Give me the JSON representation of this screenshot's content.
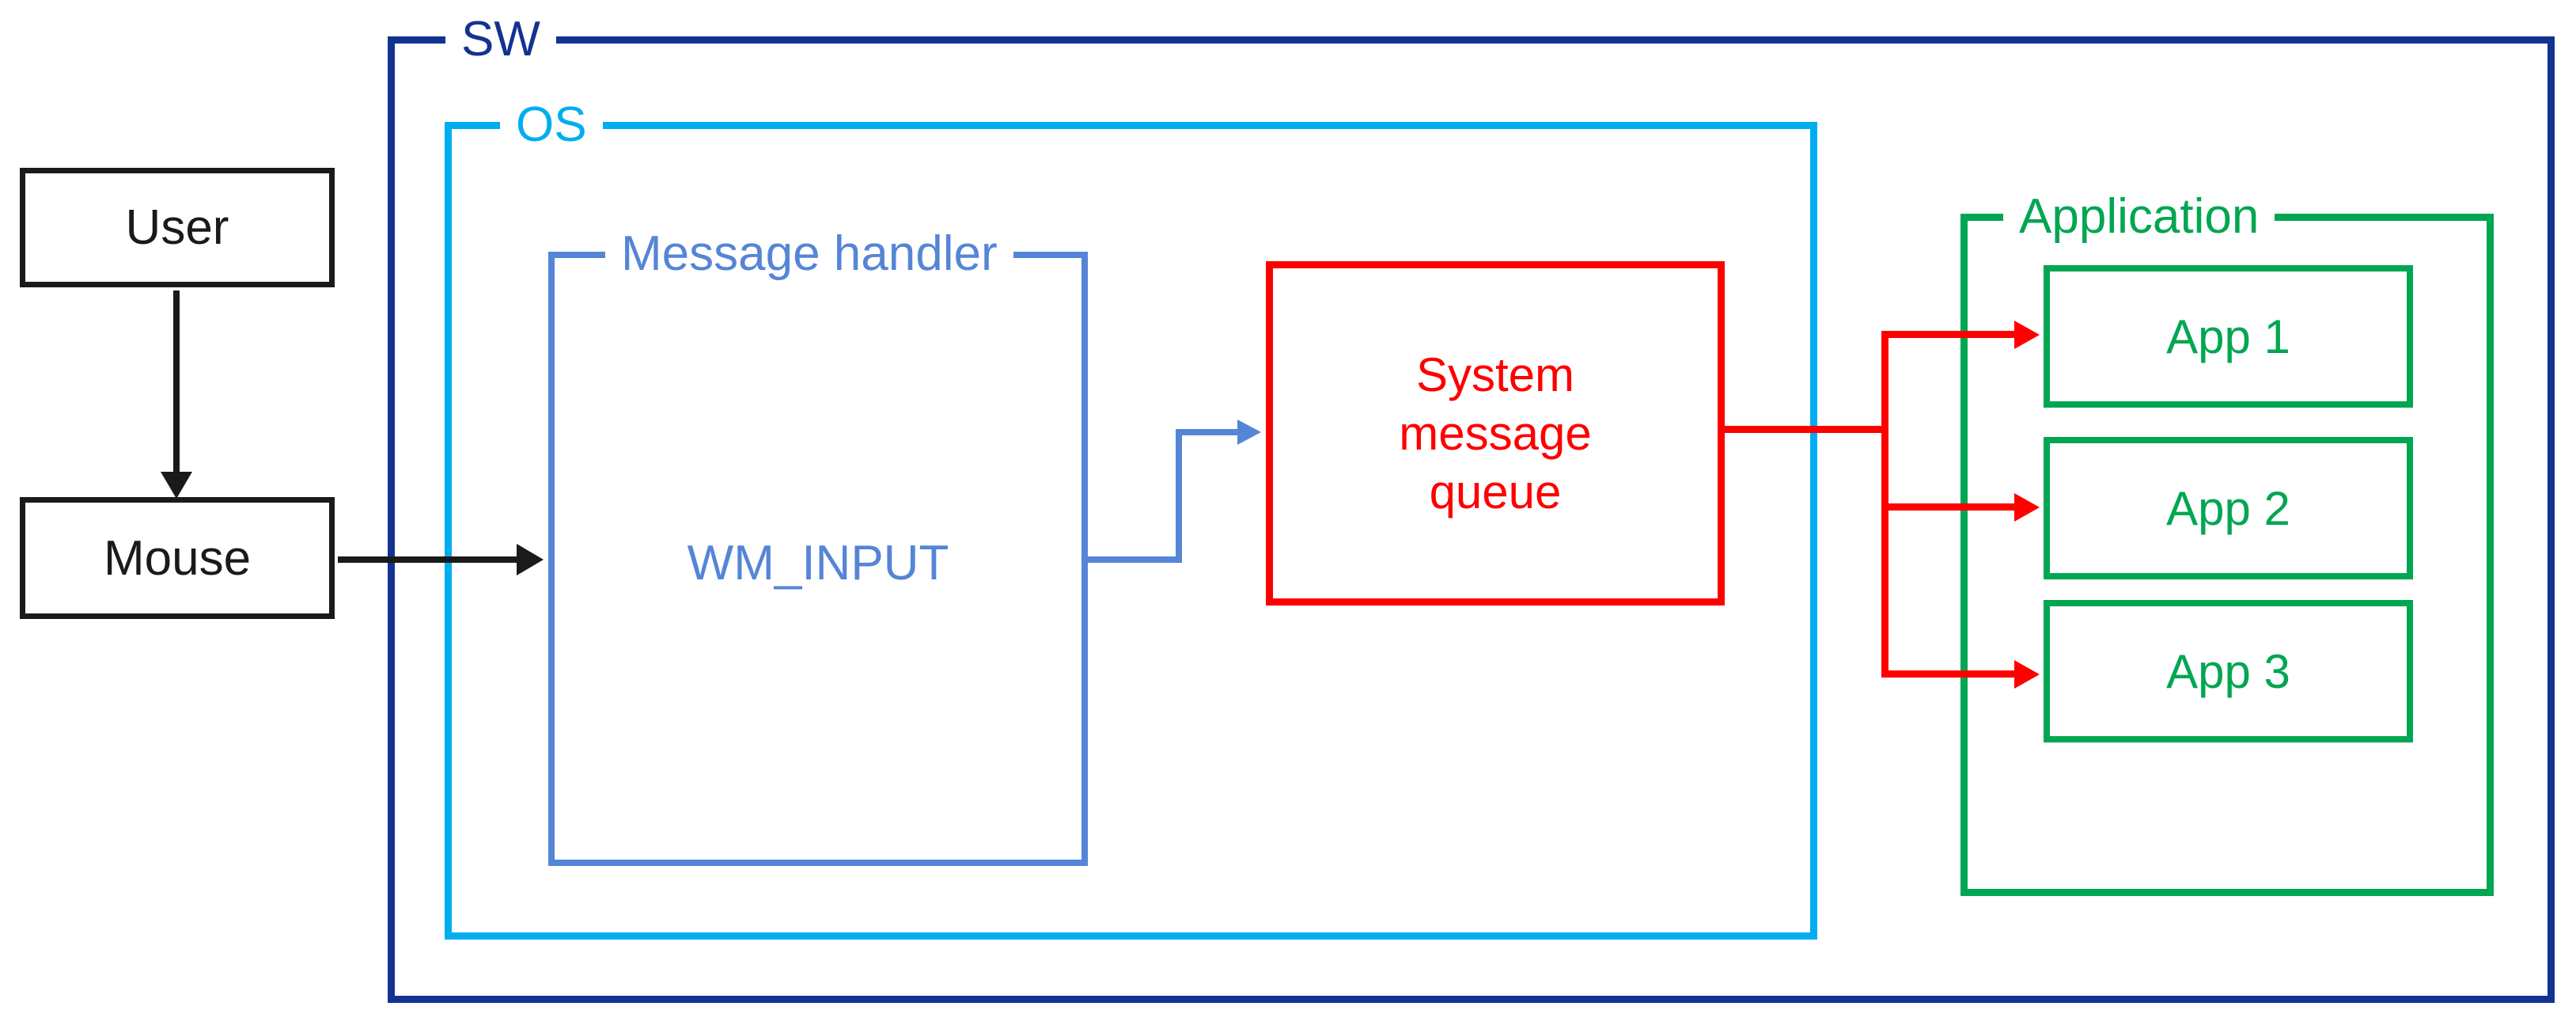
{
  "colors": {
    "black": "#1a1a1a",
    "sw_navy": "#123390",
    "os_cyan": "#00AEEF",
    "handler_blue": "#5585D6",
    "queue_red": "#FF0000",
    "app_green": "#00A651"
  },
  "nodes": {
    "user": "User",
    "mouse": "Mouse",
    "sw": "SW",
    "os": "OS",
    "message_handler": "Message handler",
    "wm_input": "WM_INPUT",
    "system_message_queue": "System message queue",
    "application": "Application",
    "apps": [
      "App 1",
      "App 2",
      "App 3"
    ]
  }
}
